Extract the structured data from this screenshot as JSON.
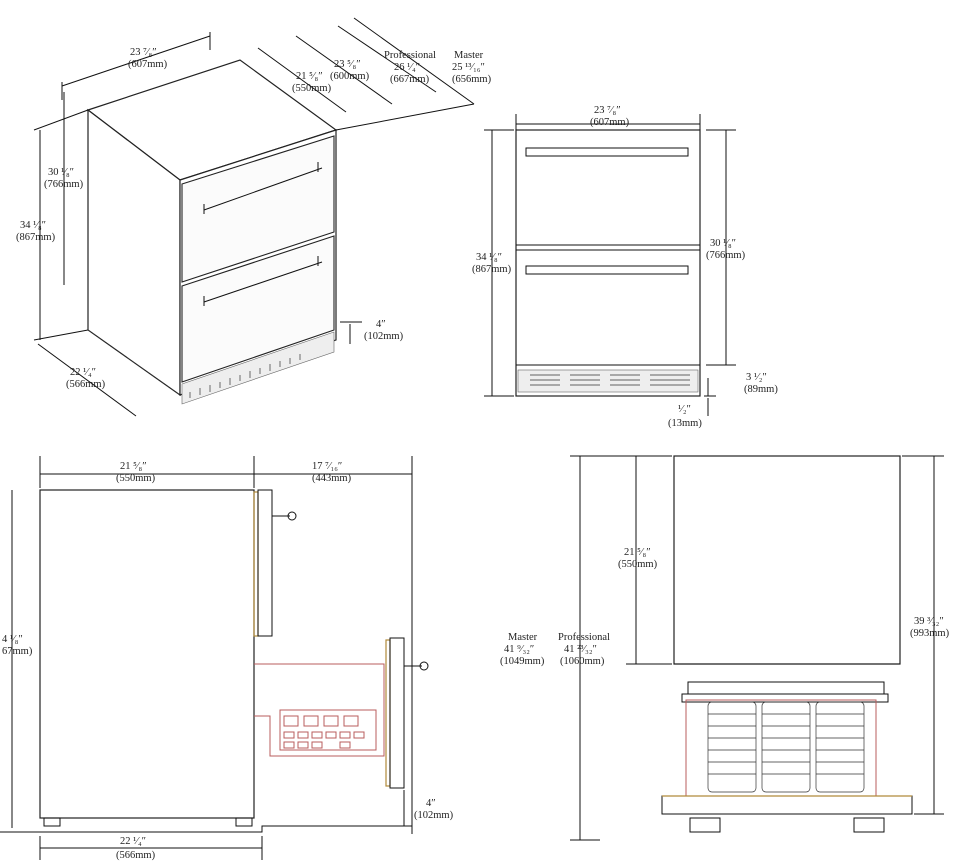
{
  "iso_view": {
    "width": {
      "value": "23 ⁷⁄₈″",
      "mm": "(607mm)"
    },
    "depth_body": {
      "value": "21 ⁵⁄₈″",
      "mm": "(550mm)"
    },
    "depth_door": {
      "value": "23 ⁵⁄₈″",
      "mm": "(600mm)"
    },
    "depth_professional": {
      "label": "Professional",
      "value": "26 ¹⁄₄″",
      "mm": "(667mm)"
    },
    "depth_master": {
      "label": "Master",
      "value": "25 ¹³⁄₁₆″",
      "mm": "(656mm)"
    },
    "height_body": {
      "value": "30 ¹⁄₈″",
      "mm": "(766mm)"
    },
    "height_total": {
      "value": "34 ¹⁄₈″",
      "mm": "(867mm)"
    },
    "toe_kick": {
      "value": "4″",
      "mm": "(102mm)"
    },
    "depth_base": {
      "value": "22 ¹⁄₄″",
      "mm": "(566mm)"
    }
  },
  "front_view": {
    "width": {
      "value": "23 ⁷⁄₈″",
      "mm": "(607mm)"
    },
    "height_total": {
      "value": "34 ¹⁄₈″",
      "mm": "(867mm)"
    },
    "height_body": {
      "value": "30 ¹⁄₈″",
      "mm": "(766mm)"
    },
    "kick_height": {
      "value": "3 ¹⁄₂″",
      "mm": "(89mm)"
    },
    "leg_height": {
      "value": "¹⁄₂″",
      "mm": "(13mm)"
    }
  },
  "side_view": {
    "depth": {
      "value": "21 ⁵⁄₈″",
      "mm": "(550mm)"
    },
    "drawer_extension": {
      "value": "17 ⁷⁄₁₆″",
      "mm": "(443mm)"
    },
    "height": {
      "value": "4 ¹⁄₈″",
      "mm": "67mm)"
    },
    "toe_kick": {
      "value": "4″",
      "mm": "(102mm)"
    },
    "base_depth": {
      "value": "22 ¹⁄₄″",
      "mm": "(566mm)"
    }
  },
  "top_view": {
    "cabinet_depth": {
      "value": "21 ⁵⁄₈″",
      "mm": "(550mm)"
    },
    "master": {
      "label": "Master",
      "value": "41 ⁹⁄₃₂″",
      "mm": "(1049mm)"
    },
    "professional": {
      "label": "Professional",
      "value": "41 ²³⁄₃₂″",
      "mm": "(1060mm)"
    },
    "total_depth": {
      "value": "39 ³⁄₃₂″",
      "mm": "(993mm)"
    }
  }
}
